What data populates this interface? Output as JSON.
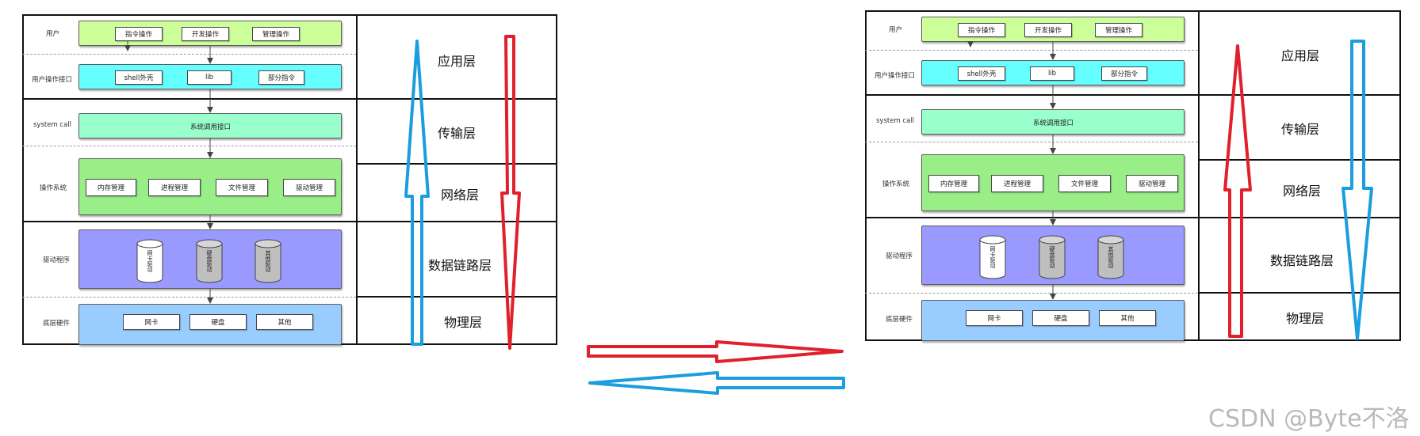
{
  "rows": {
    "user": "用户",
    "user_interface": "用户操作接口",
    "syscall": "system call",
    "os": "操作系统",
    "driver": "驱动程序",
    "hardware": "底层硬件"
  },
  "user_ops": [
    "指令操作",
    "开发操作",
    "管理操作"
  ],
  "ui_items": [
    "shell外壳",
    "lib",
    "部分指令"
  ],
  "syscall_label": "系统调用接口",
  "os_items": [
    "内存管理",
    "进程管理",
    "文件管理",
    "驱动管理"
  ],
  "driver_items": [
    "网卡驱动",
    "硬盘驱动",
    "其他驱动"
  ],
  "hw_items": [
    "网卡",
    "硬盘",
    "其他"
  ],
  "layers": [
    "应用层",
    "传输层",
    "网络层",
    "数据链路层",
    "物理层"
  ],
  "colors": {
    "user_band": "#ccff99",
    "ui_band": "#66ffff",
    "syscall_band": "#99ffcc",
    "os_band": "#99ee88",
    "driver_band": "#9999ff",
    "hw_band": "#99ccff",
    "red_arrow": "#e0202a",
    "blue_arrow": "#1a9ee0"
  },
  "watermark": "CSDN @Byte不洛"
}
